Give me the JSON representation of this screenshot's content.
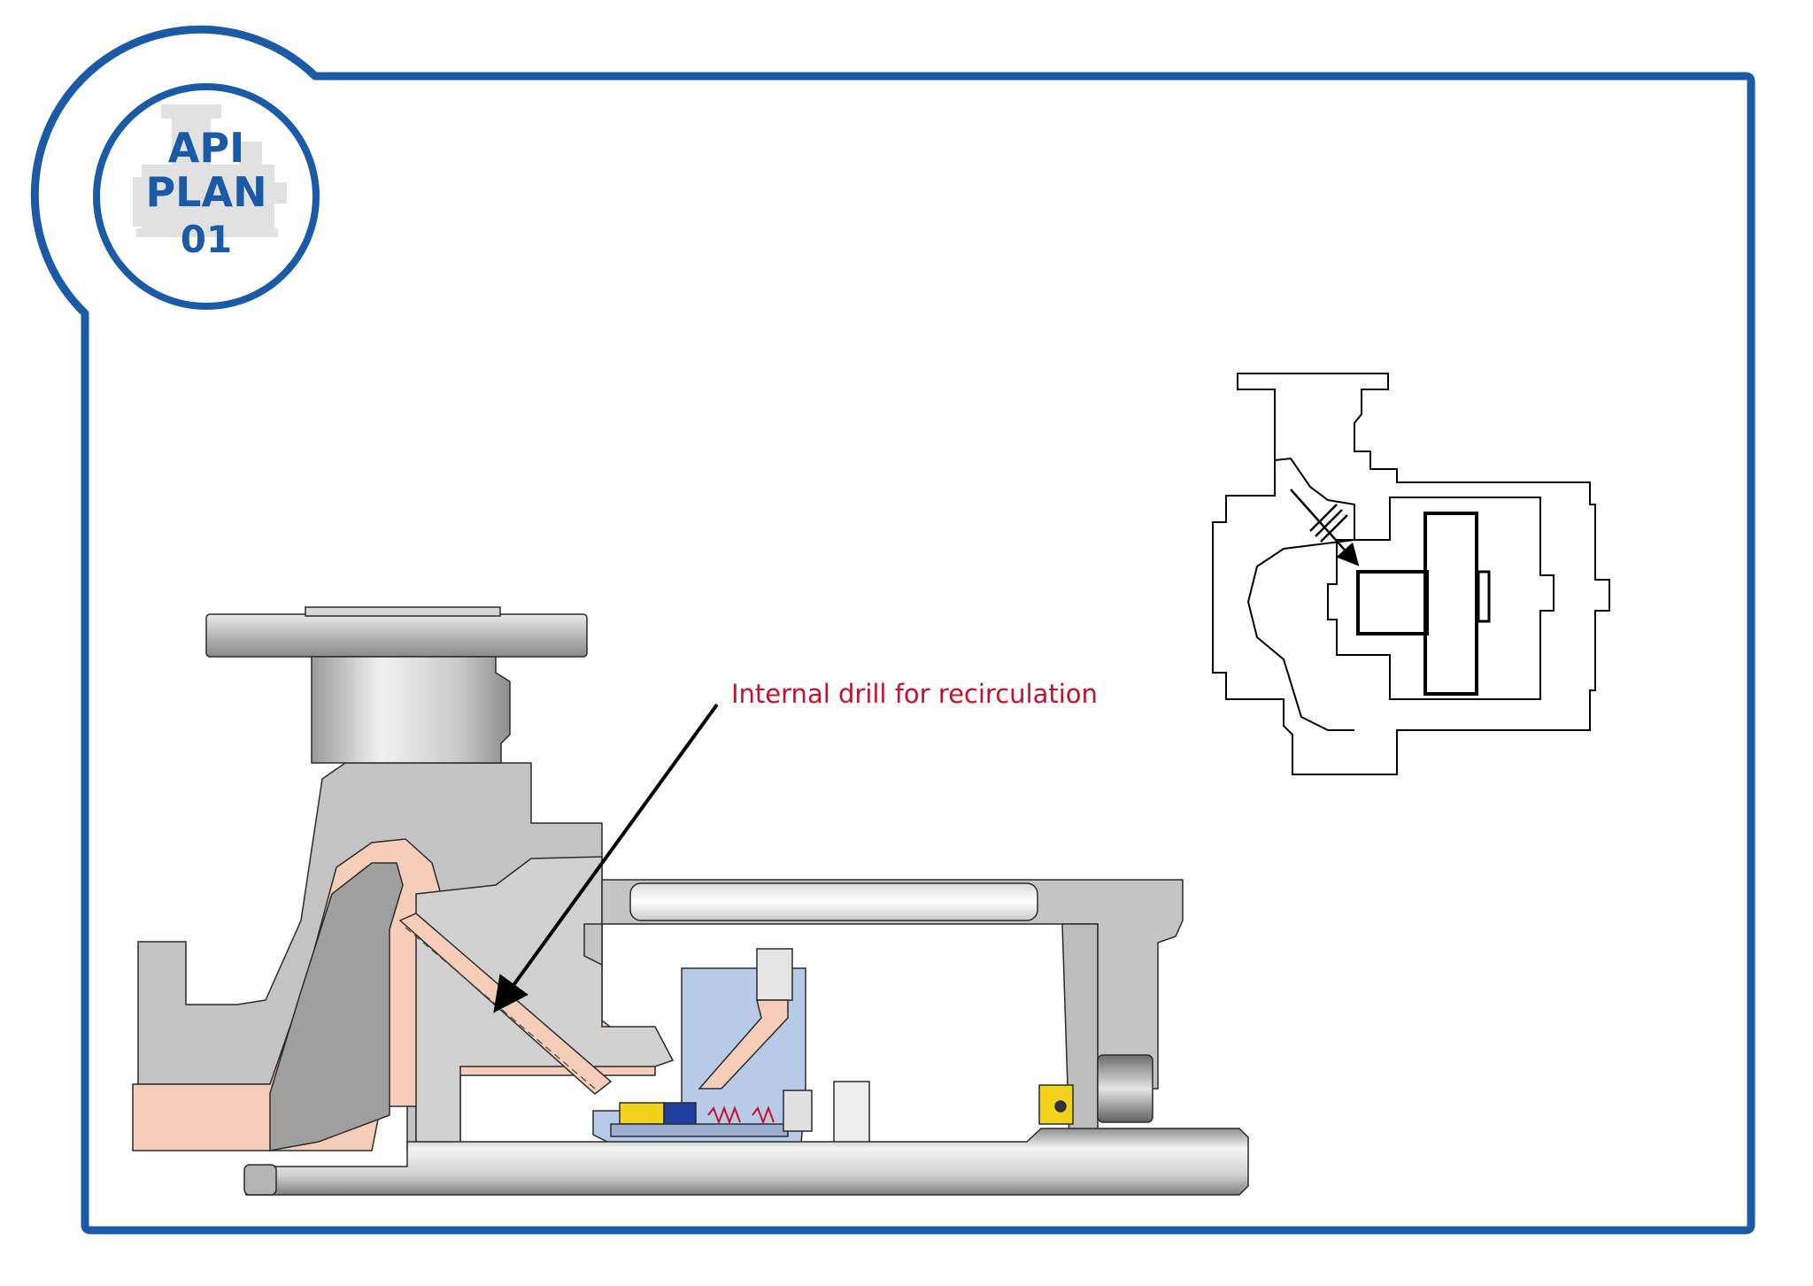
{
  "badge": {
    "line1": "API",
    "line2": "PLAN",
    "line3": "01"
  },
  "callout": {
    "label": "Internal drill for recirculation"
  },
  "colors": {
    "frame_blue": "#1a5aa6",
    "callout_red": "#c8102e",
    "process_fluid": "#f6cdb9",
    "seal_gland": "#b7cbe9",
    "metal_gray": "#c4c4c4",
    "seal_face_yellow": "#f2d21b"
  },
  "icons": {
    "badge_background": "pump-silhouette-icon",
    "leader": "arrow-icon"
  }
}
